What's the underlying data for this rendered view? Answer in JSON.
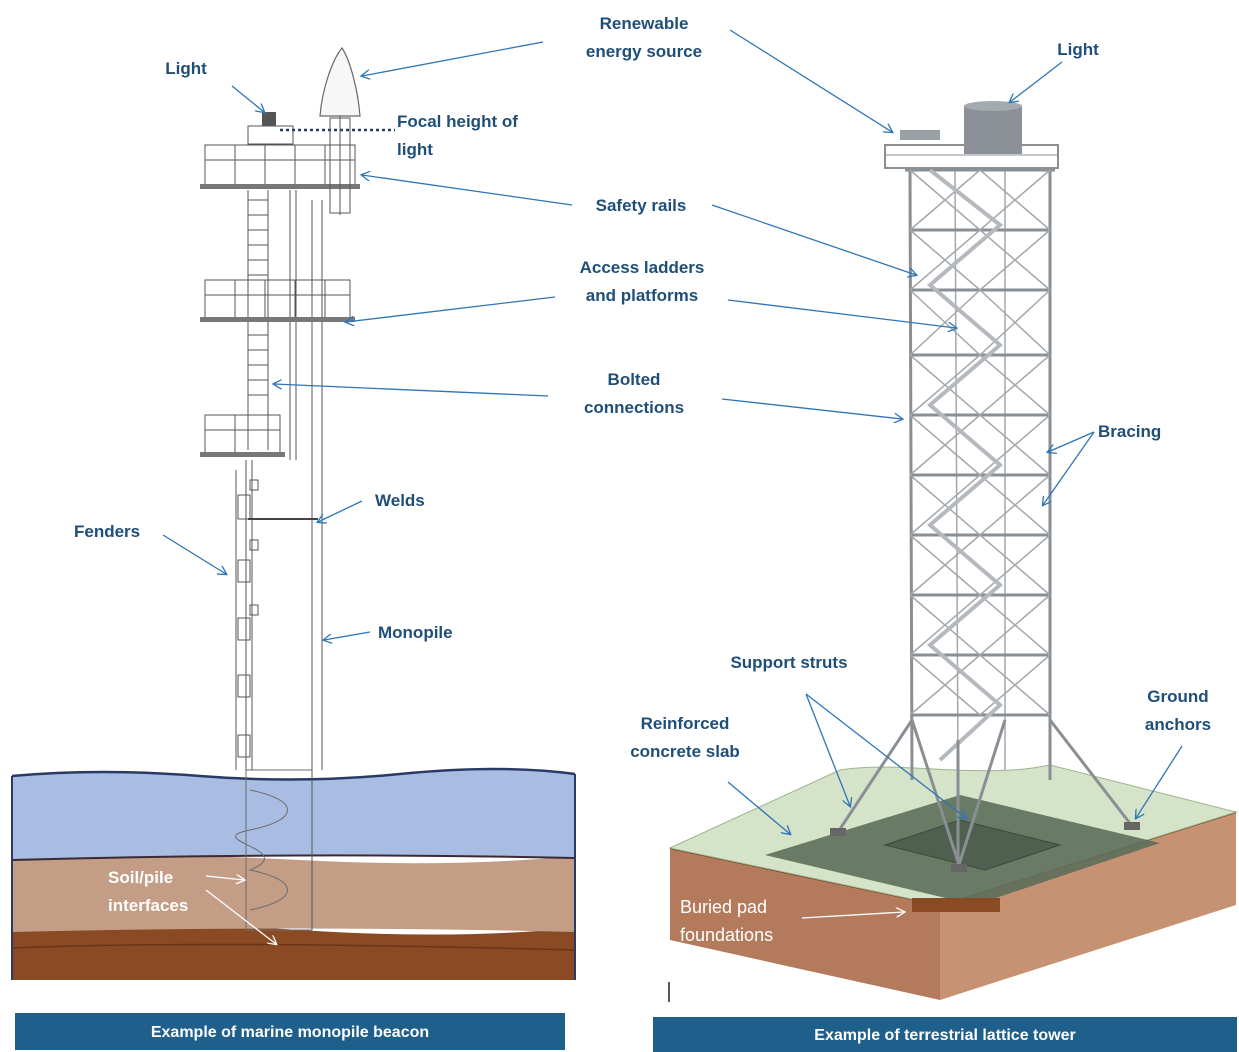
{
  "labels": {
    "renewable": [
      "Renewable",
      "energy source"
    ],
    "light_left": "Light",
    "light_right": "Light",
    "focal": [
      "Focal height of",
      "light"
    ],
    "safety_rails": "Safety rails",
    "access": [
      "Access ladders",
      "and platforms"
    ],
    "bolted": [
      "Bolted",
      "connections"
    ],
    "bracing": "Bracing",
    "welds": "Welds",
    "fenders": "Fenders",
    "monopile": "Monopile",
    "support_struts": "Support struts",
    "ground_anchors": [
      "Ground",
      "anchors"
    ],
    "concrete": [
      "Reinforced",
      "concrete slab"
    ],
    "soil_pile": [
      "Soil/pile",
      "interfaces"
    ],
    "buried": [
      "Buried pad",
      "foundations"
    ]
  },
  "captions": {
    "left": "Example of marine monopile beacon",
    "right": "Example of terrestrial lattice tower"
  },
  "colors": {
    "label": "#1f4e79",
    "arrow": "#2e75b6",
    "caption_bg": "#1f5f8b",
    "water": "#a9bde3",
    "soil": "#c39d86",
    "clay": "#8a4a24",
    "grass": "#d5e3c8",
    "slab": "#5d6e5a",
    "earth": "#b47a5c"
  }
}
